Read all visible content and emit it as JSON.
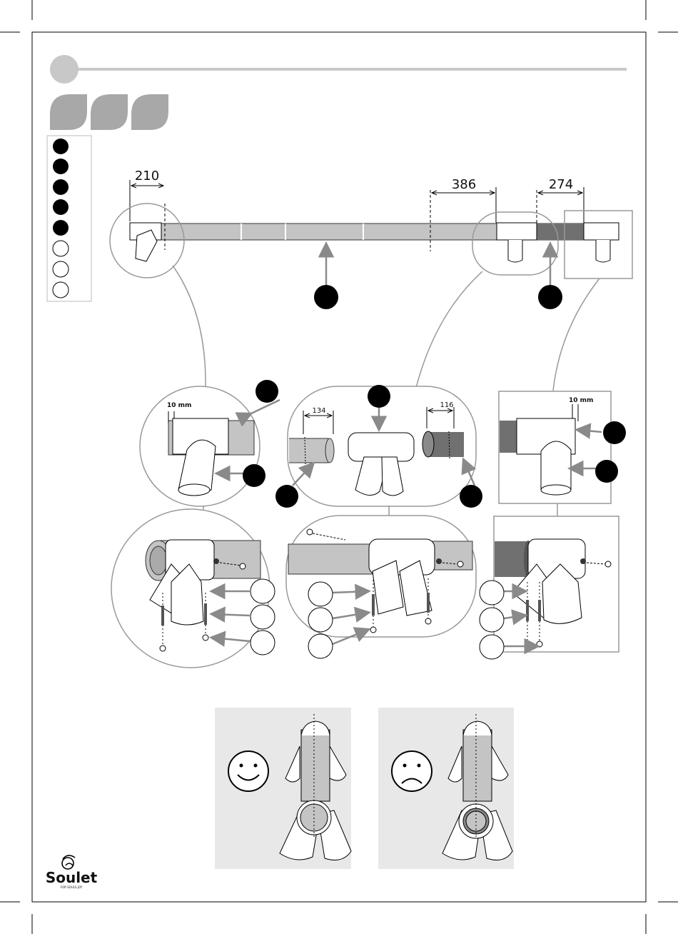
{
  "dimensions": {
    "left_offset": "210",
    "middle_offset": "386",
    "right_offset": "274",
    "detail_gap_left": "10 mm",
    "detail_gap_right": "10 mm",
    "detail_insert_left": "134",
    "detail_insert_right": "116"
  },
  "brand": {
    "name": "Soulet",
    "tagline": "FOR SOULS JOY"
  },
  "colors": {
    "pipe_light": "#c4c4c4",
    "pipe_dark": "#707070",
    "step_circle": "#c8c8c8",
    "rule_line": "#c8c8c8",
    "callout_fill": "#000000",
    "arrow": "#8a8a8a",
    "compare_bg": "#e8e8e8"
  },
  "icons": {
    "good": "smiley-face-icon",
    "bad": "sad-face-icon"
  }
}
